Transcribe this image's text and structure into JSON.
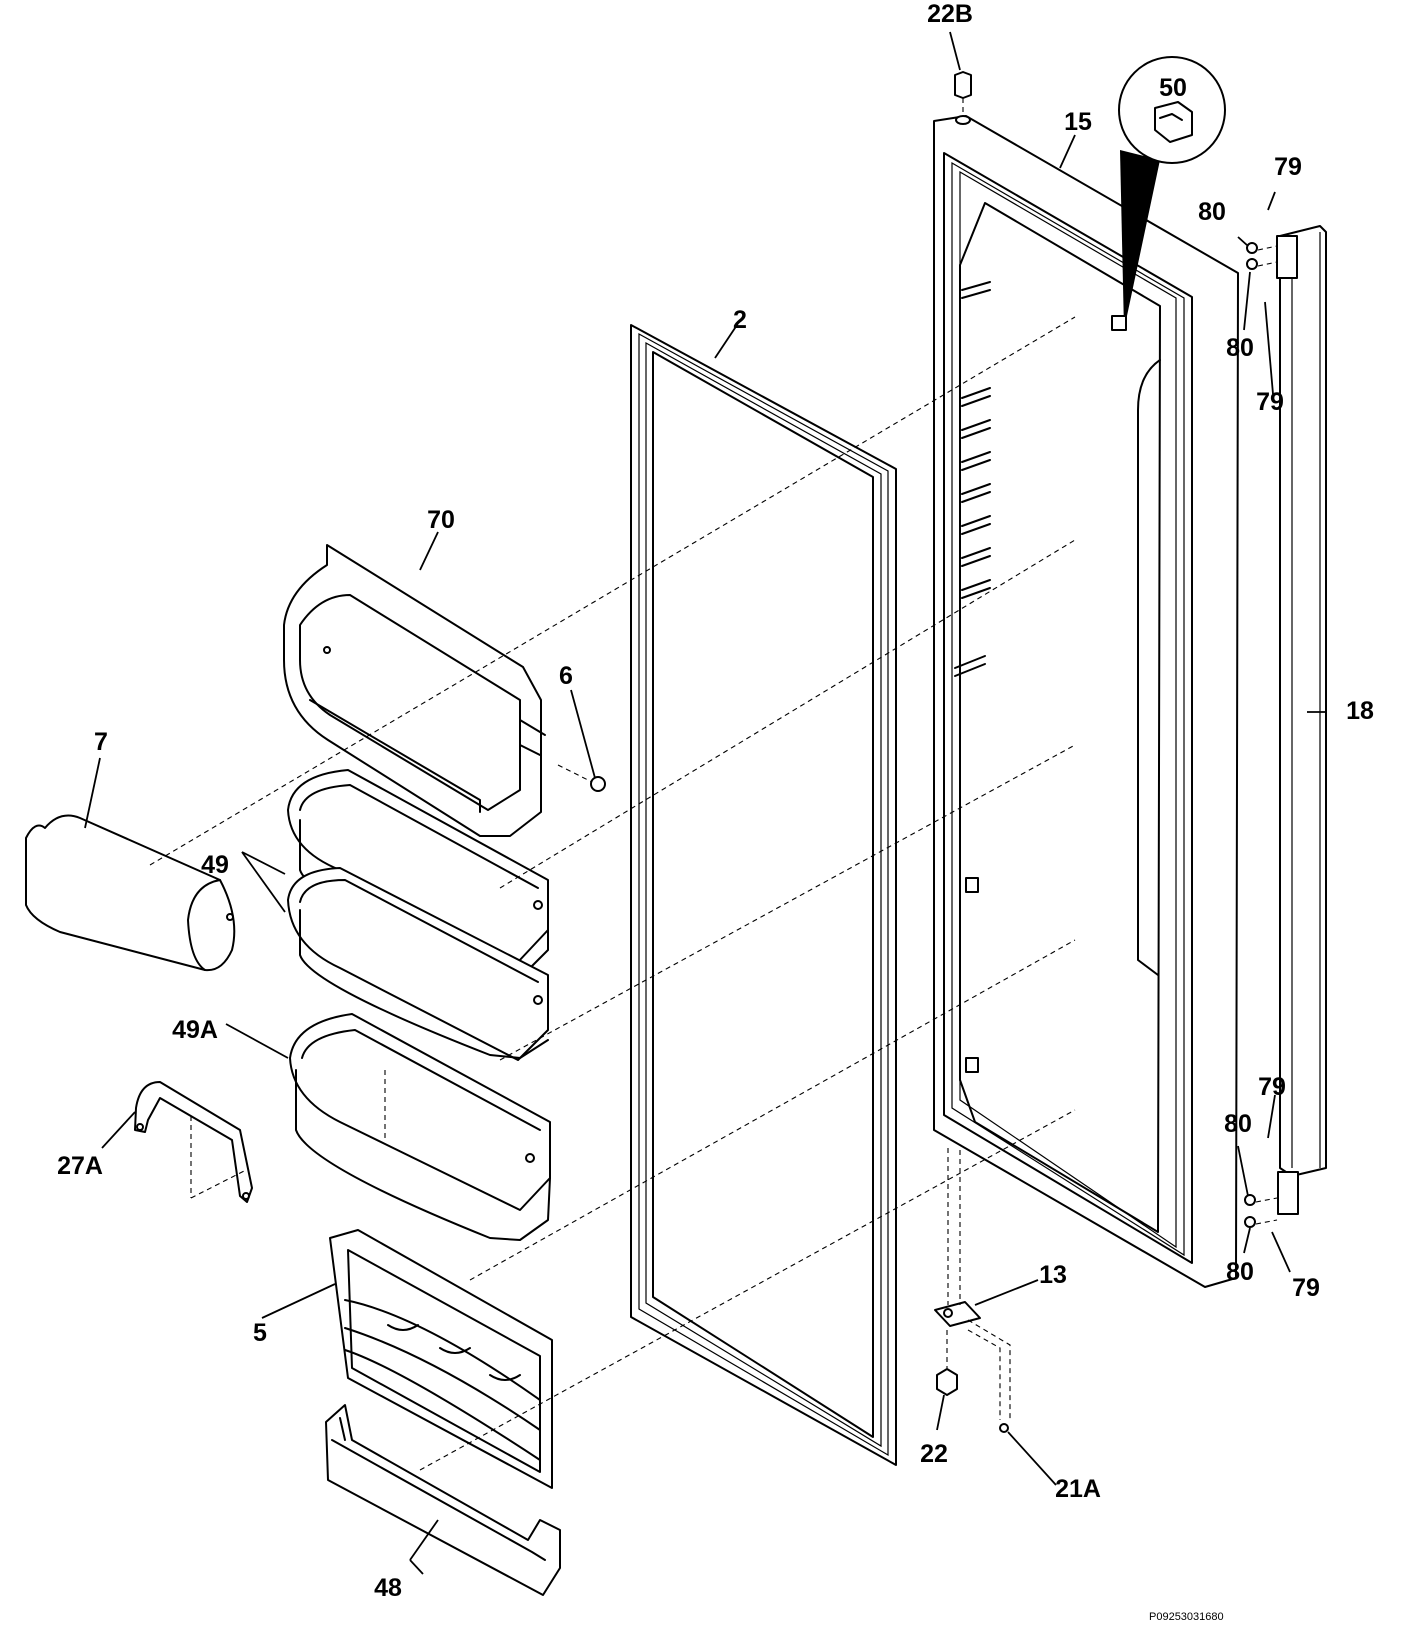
{
  "diagram_code": "P09253031680",
  "callouts": {
    "p2": "2",
    "p5": "5",
    "p6": "6",
    "p7": "7",
    "p13": "13",
    "p15": "15",
    "p18": "18",
    "p21A": "21A",
    "p22": "22",
    "p22B": "22B",
    "p27A": "27A",
    "p48": "48",
    "p49": "49",
    "p49A": "49A",
    "p50": "50",
    "p70": "70",
    "p79": "79",
    "p80": "80"
  }
}
